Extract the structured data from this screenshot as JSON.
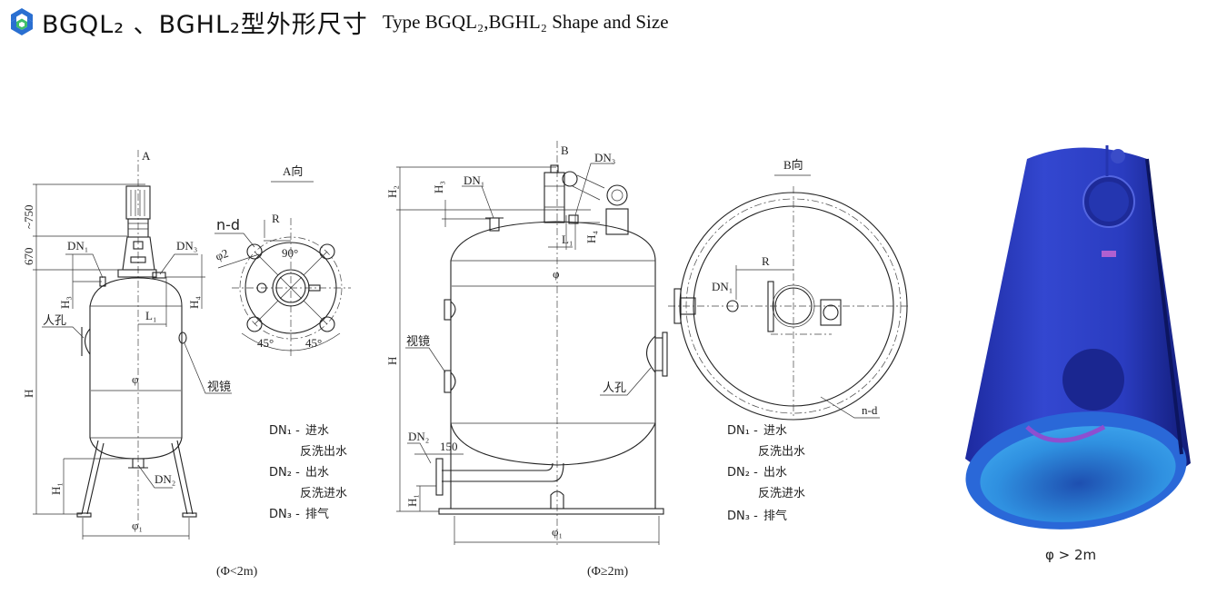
{
  "header": {
    "logo_icon": "hexagon-logo-icon",
    "title_cn": "BGQL₂ 、BGHL₂型外形尺寸",
    "title_en": "Type BGQL₂,BGHL₂ Shape and Size"
  },
  "drawing_small": {
    "view_arrow": "A",
    "view_title": "A向",
    "dim_top": "~750",
    "dim_670": "670",
    "dim_H": "H",
    "dim_H1": "H₁",
    "dim_H3": "H₃",
    "dim_H4": "H₄",
    "dim_L1": "L₁",
    "dim_phi": "φ",
    "dim_phi1": "φ₁",
    "dn1": "DN₁",
    "dn2": "DN₂",
    "dn3": "DN₃",
    "manhole": "人孔",
    "sight_glass": "视镜",
    "nd": "n-d",
    "R": "R",
    "phi2": "φ2",
    "angle90": "90°",
    "angle45a": "45°",
    "angle45b": "45°",
    "caption": "(Φ<2m)"
  },
  "drawing_large": {
    "view_arrow": "B",
    "view_title": "B向",
    "dim_H": "H",
    "dim_H1": "H₁",
    "dim_H2": "H₂",
    "dim_H3": "H₃",
    "dim_H4": "H₄",
    "dim_L1": "L₁",
    "dim_150": "150",
    "dim_phi": "φ",
    "dim_phi1": "φ₁",
    "dn1": "DN₁",
    "dn2": "DN₂",
    "dn3": "DN₃",
    "dn1_top": "DN₁",
    "manhole": "人孔",
    "sight_glass": "视镜",
    "nd": "n-d",
    "R": "R",
    "caption": "(Φ≥2m)"
  },
  "legend_left": [
    {
      "code": "DN₁ -",
      "text": "进水"
    },
    {
      "code": "",
      "text": "反洗出水"
    },
    {
      "code": "DN₂ -",
      "text": "出水"
    },
    {
      "code": "",
      "text": "反洗进水"
    },
    {
      "code": "DN₃ -",
      "text": "排气"
    }
  ],
  "legend_right": [
    {
      "code": "DN₁ -",
      "text": "进水"
    },
    {
      "code": "",
      "text": "反洗出水"
    },
    {
      "code": "DN₂ -",
      "text": "出水"
    },
    {
      "code": "",
      "text": "反洗进水"
    },
    {
      "code": "DN₃ -",
      "text": "排气"
    }
  ],
  "photo": {
    "caption": "φ > 2m",
    "colors": {
      "body": "#2c3fc4",
      "dark": "#14207a",
      "inner": "#2f90e0"
    }
  }
}
